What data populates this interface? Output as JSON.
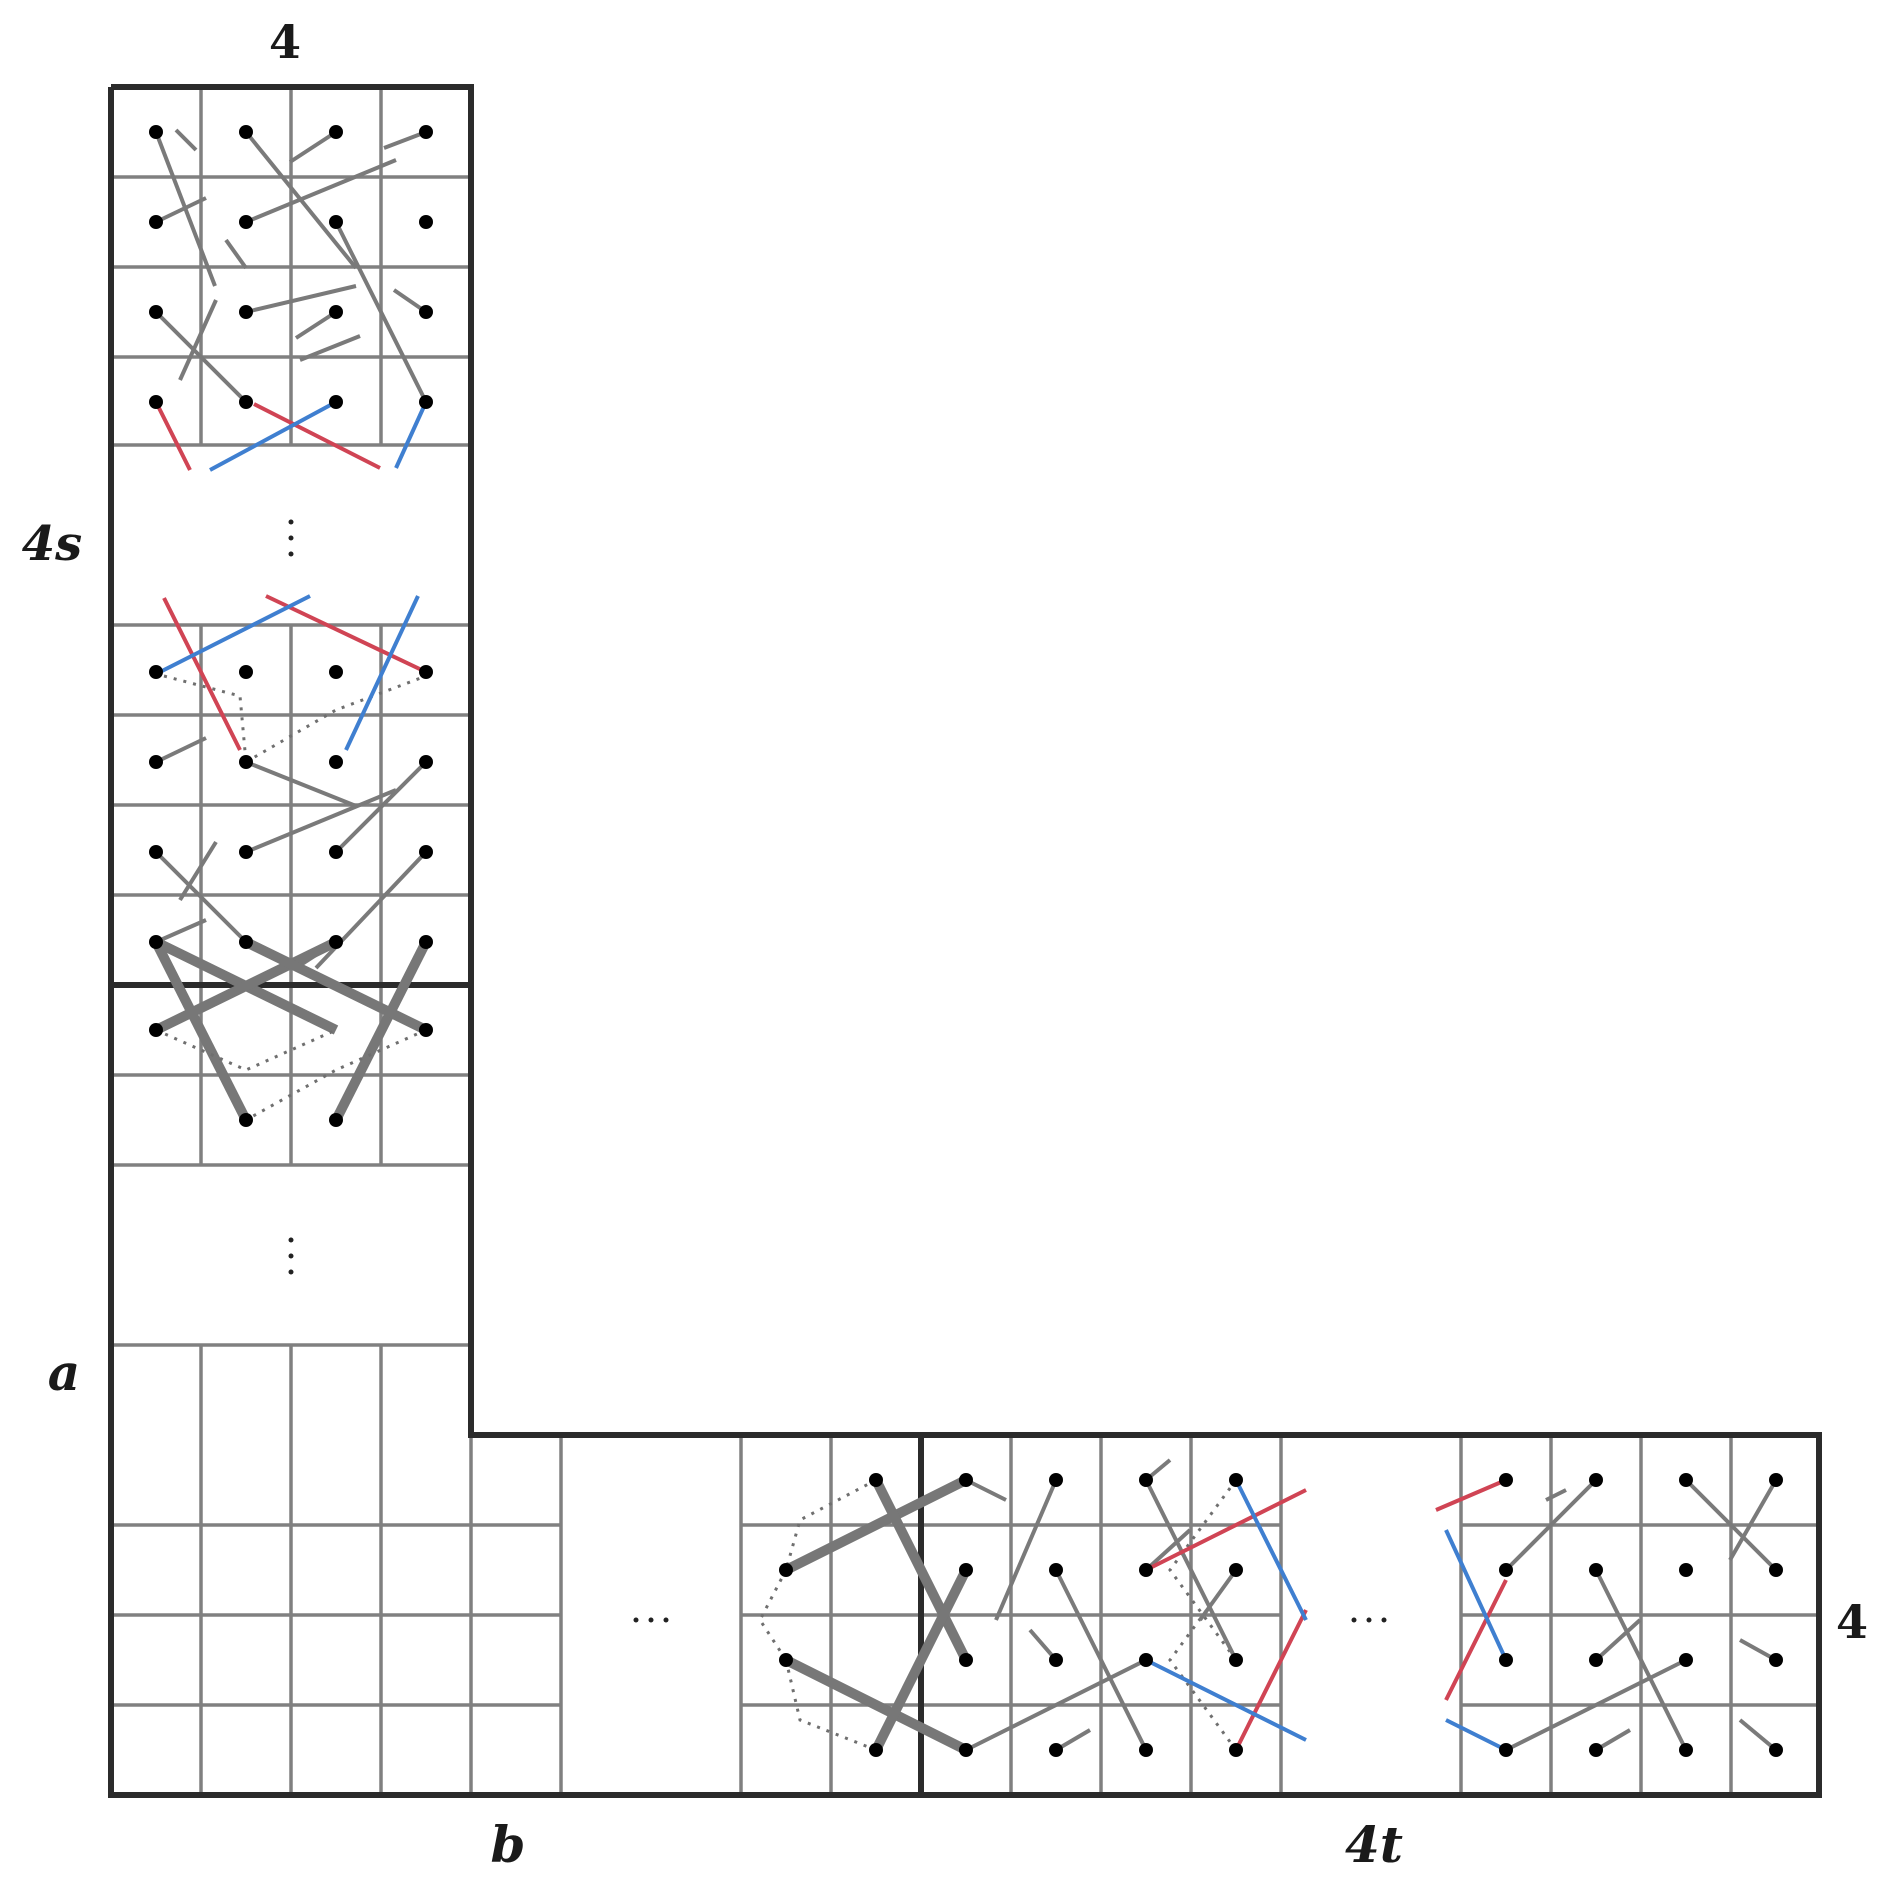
{
  "labels": {
    "top": "4",
    "left_height": "4s",
    "left_a": "a",
    "bottom_b": "b",
    "bottom_width": "4t",
    "right_height": "4"
  },
  "colors": {
    "grid": "#808080",
    "border": "#2b2b2b",
    "path": "#7a7a7a",
    "red": "#d04454",
    "blue": "#3f7fd0",
    "vertex": "#000000"
  }
}
